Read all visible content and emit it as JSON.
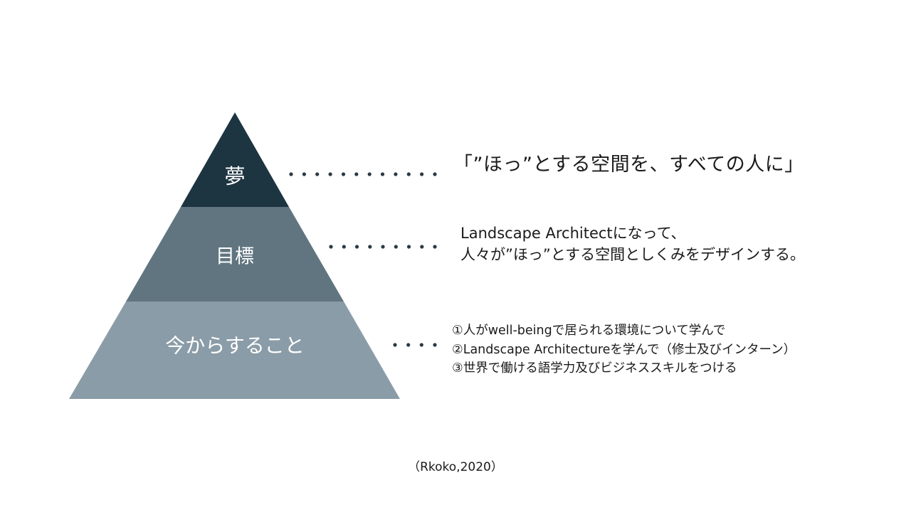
{
  "colors": {
    "tier_top": "#1d3541",
    "tier_middle": "#607580",
    "tier_bottom": "#8a9ca7",
    "dots": "#2b3a44",
    "text": "#1a1a1a"
  },
  "tiers": [
    {
      "label": "夢",
      "descriptions": [
        "「”ほっ”とする空間を、すべての人に」"
      ]
    },
    {
      "label": "目標",
      "descriptions": [
        "Landscape Architectになって、",
        "人々が”ほっ”とする空間としくみをデザインする。"
      ]
    },
    {
      "label": "今からすること",
      "descriptions": [
        "①人がwell-beingで居られる環境について学んで",
        "②Landscape Architectureを学んで（修士及びインターン）",
        "③世界で働ける語学力及びビジネススキルをつける"
      ]
    }
  ],
  "citation": "（Rkoko,2020）"
}
